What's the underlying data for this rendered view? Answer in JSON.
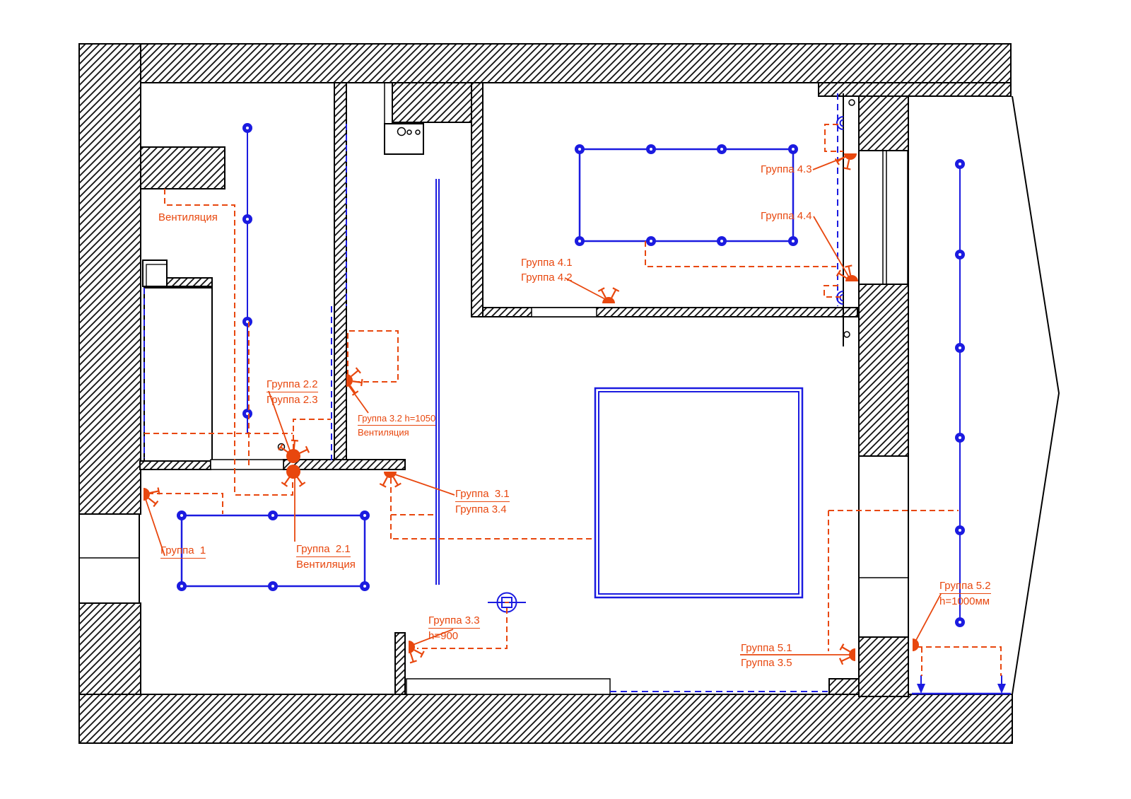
{
  "colors": {
    "wire_blue": "#1b1be0",
    "circuit_orange": "#e8470e",
    "line_black": "#000000",
    "background": "#ffffff"
  },
  "labels": {
    "vent_top": "Вентиляция",
    "g1": [
      "Группа  1"
    ],
    "g21": [
      "Группа  2.1",
      "Вентиляция"
    ],
    "g22": [
      "Группа 2.2",
      "Группа 2.3"
    ],
    "g31": [
      "Группа  3.1",
      "Группа 3.4"
    ],
    "g32": [
      "Группа 3.2 h=1050",
      "Вентиляция"
    ],
    "g33": [
      "Группа 3.3",
      "h=900"
    ],
    "g41": [
      "Группа 4.1",
      "Группа 4.2"
    ],
    "g43": [
      "Группа 4.3"
    ],
    "g44": [
      "Группа 4.4"
    ],
    "g51": [
      "Группа 5.1",
      "Группа 3.5"
    ],
    "g52": [
      "Группа 5.2",
      "h=1000мм"
    ]
  },
  "icons": {
    "wall-light-icon": "filled orange semicircle/circle with T-ended rays",
    "ceiling-light-icon": "blue circle with crosshair line and center square",
    "junction-box-icon": "nested blue semicircle arcs on wall line",
    "door-hinge-icon": "small black circle",
    "stove-icon": "white rectangle with three burner circles",
    "led-arrow-icon": "blue downward arrow onto wall strip"
  }
}
